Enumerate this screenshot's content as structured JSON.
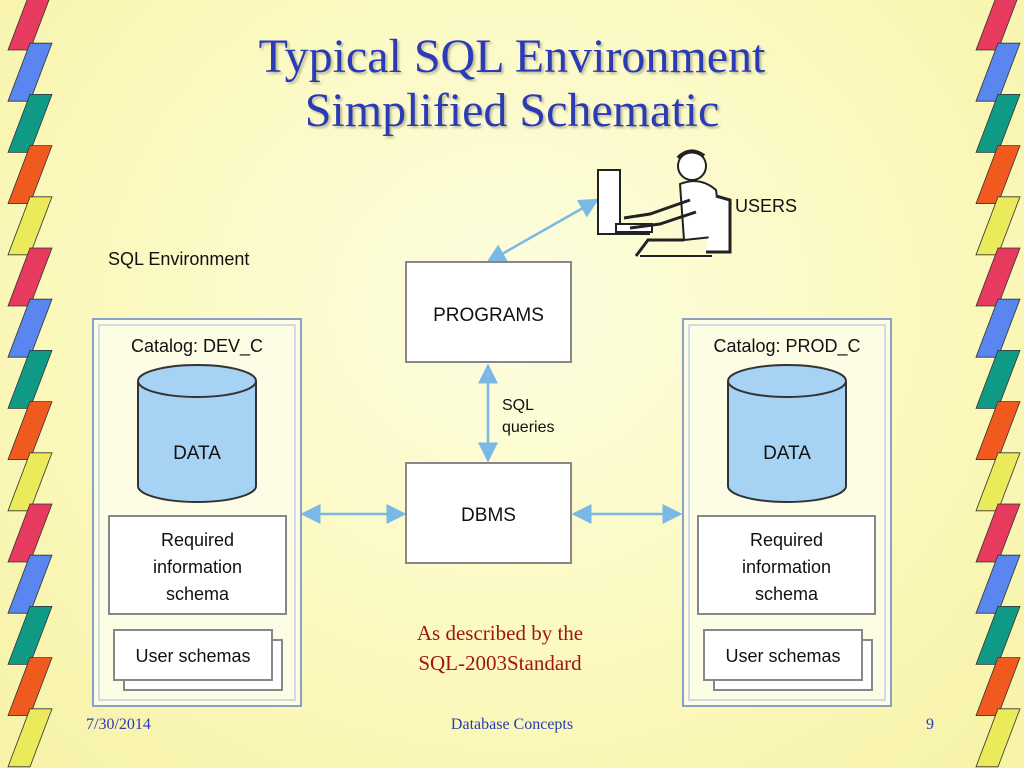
{
  "slide": {
    "title_line1": "Typical SQL Environment",
    "title_line2": "Simplified Schematic",
    "note_line1": "As described by the",
    "note_line2": "SQL-2003Standard"
  },
  "footer": {
    "date": "7/30/2014",
    "center": "Database Concepts",
    "page": "9"
  },
  "diagram": {
    "users_label": "USERS",
    "environment_label": "SQL Environment",
    "programs_label": "PROGRAMS",
    "dbms_label": "DBMS",
    "sql_line1": "SQL",
    "sql_line2": "queries",
    "catalog_left": "Catalog: DEV_C",
    "catalog_right": "Catalog: PROD_C",
    "data_label": "DATA",
    "schema_line1": "Required",
    "schema_line2": "information",
    "schema_line3": "schema",
    "user_schemas": "User schemas"
  },
  "icons": {
    "user": "user-at-computer-icon",
    "database": "database-cylinder-icon"
  },
  "colors": {
    "title": "#2b3bb5",
    "note": "#a01414",
    "background": "#fbf9bf",
    "cylinder": "#a6d2f4",
    "arrow": "#7ab8e6",
    "border_red": "#e63a5e",
    "border_blue": "#5a86f0",
    "border_teal": "#109a86",
    "border_orange": "#f05a1e",
    "border_yellow": "#eaea5a"
  }
}
